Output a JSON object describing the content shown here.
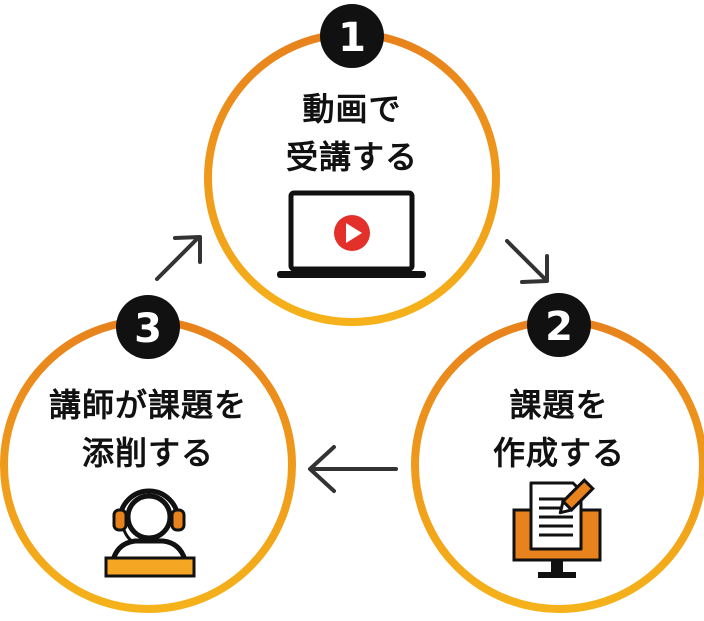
{
  "steps": [
    {
      "number": "1",
      "lines": [
        "動画で",
        "受講する"
      ],
      "icon": "laptop-video-icon"
    },
    {
      "number": "2",
      "lines": [
        "課題を",
        "作成する"
      ],
      "icon": "document-monitor-icon"
    },
    {
      "number": "3",
      "lines": [
        "講師が課題を",
        "添削する"
      ],
      "icon": "headset-instructor-icon"
    }
  ],
  "colors": {
    "ring_outer": "#e8821c",
    "ring_inner": "#f5b21a",
    "badge": "#111111",
    "icon_dark": "#111111",
    "accent_orange": "#e8821c",
    "play_red": "#e3302a",
    "arrow": "#333333"
  }
}
